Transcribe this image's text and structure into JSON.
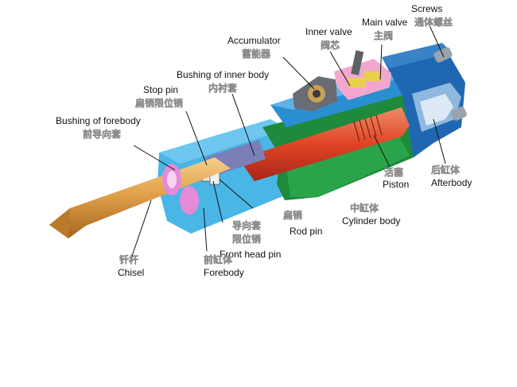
{
  "labels": {
    "screws": {
      "en": "Screws",
      "zh": "通体螺丝"
    },
    "main_valve": {
      "en": "Main valve",
      "zh": "主阀"
    },
    "inner_valve": {
      "en": "Inner valve",
      "zh": "阀芯"
    },
    "accumulator": {
      "en": "Accumulator",
      "zh": "蓄能器"
    },
    "bushing_inner": {
      "en": "Bushing of inner body",
      "zh": "内衬套"
    },
    "stop_pin": {
      "en": "Stop pin",
      "zh": "扁销限位销"
    },
    "bushing_fore": {
      "en": "Bushing of forebody",
      "zh": "前导向套"
    },
    "piston": {
      "en": "Piston",
      "zh": "活塞"
    },
    "afterbody": {
      "en": "Afterbody",
      "zh": "后缸体"
    },
    "cylinder_body": {
      "en": "Cylinder body",
      "zh": "中缸体"
    },
    "rod_pin": {
      "en": "Rod pin",
      "zh": "扁销"
    },
    "front_head_pin": {
      "en": "Front head pin",
      "zh": "导向套限位销"
    },
    "forebody": {
      "en": "Forebody",
      "zh": "前缸体"
    },
    "chisel": {
      "en": "Chisel",
      "zh": "钎杆"
    }
  },
  "colors": {
    "forebody": "#49b6e6",
    "cylinder_body": "#1e8a3c",
    "afterbody": "#1f67b3",
    "valve_block": "#2a8fd0",
    "piston": "#e04424",
    "chisel": "#e2a14a",
    "bushing": "#e58ad6"
  }
}
